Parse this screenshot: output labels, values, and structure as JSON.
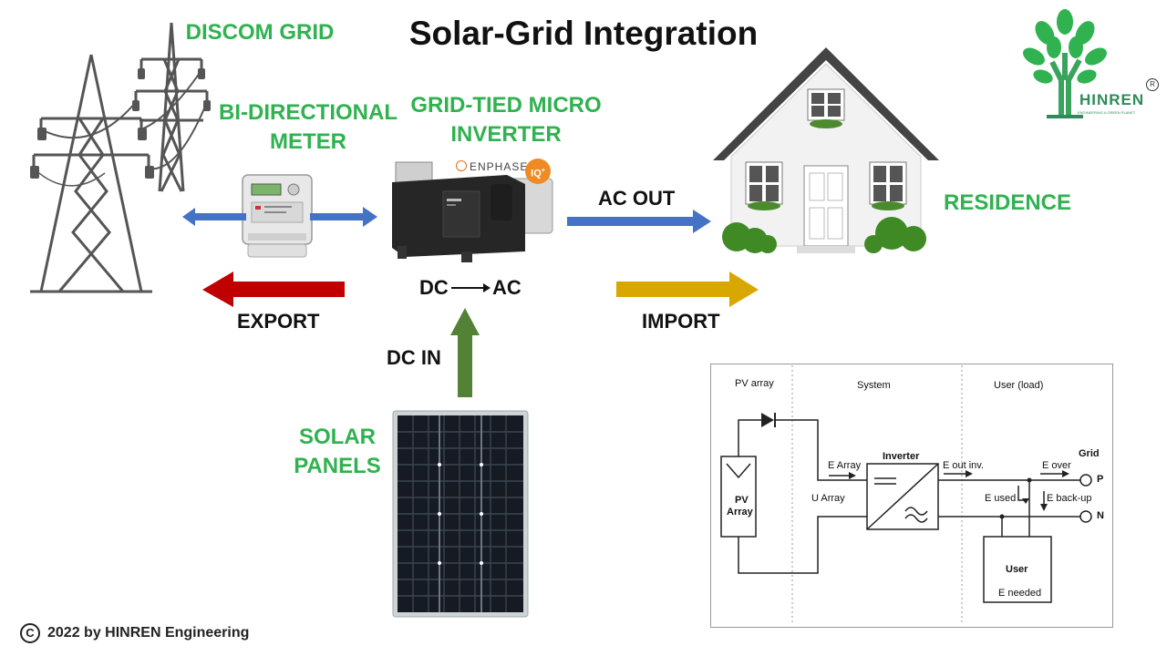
{
  "title": "Solar-Grid Integration",
  "labels": {
    "discom_grid": "DISCOM GRID",
    "bi_directional_meter_line1": "BI-DIRECTIONAL",
    "bi_directional_meter_line2": "METER",
    "micro_inverter_line1": "GRID-TIED MICRO",
    "micro_inverter_line2": "INVERTER",
    "residence": "RESIDENCE",
    "ac_out": "AC OUT",
    "dc_ac_left": "DC",
    "dc_ac_right": "AC",
    "export": "EXPORT",
    "import": "IMPORT",
    "dc_in": "DC IN",
    "solar_panels_line1": "SOLAR",
    "solar_panels_line2": "PANELS"
  },
  "inverter_brand": {
    "name": "ENPHASE",
    "badge": "IQ",
    "badge_sup": "+"
  },
  "logo": {
    "name": "HINREN",
    "tagline": "ENGINEERING A GREEN PLANET",
    "registered": "R"
  },
  "copyright": {
    "symbol": "C",
    "text": "2022 by HINREN Engineering"
  },
  "schematic": {
    "section_pv": "PV array",
    "section_system": "System",
    "section_user": "User (load)",
    "grid": "Grid",
    "pv_box_line1": "PV",
    "pv_box_line2": "Array",
    "inverter": "Inverter",
    "e_array": "E Array",
    "u_array": "U Array",
    "e_out_inv": "E out inv.",
    "e_over": "E over",
    "e_used": "E used",
    "e_back_up": "E back-up",
    "terminal_p": "P",
    "terminal_n": "N",
    "user_box": "User",
    "e_needed": "E needed"
  },
  "colors": {
    "label_green": "#2fb24f",
    "arrow_blue": "#4472c4",
    "arrow_red": "#c00000",
    "arrow_gold": "#d9a800",
    "arrow_green": "#538135"
  }
}
